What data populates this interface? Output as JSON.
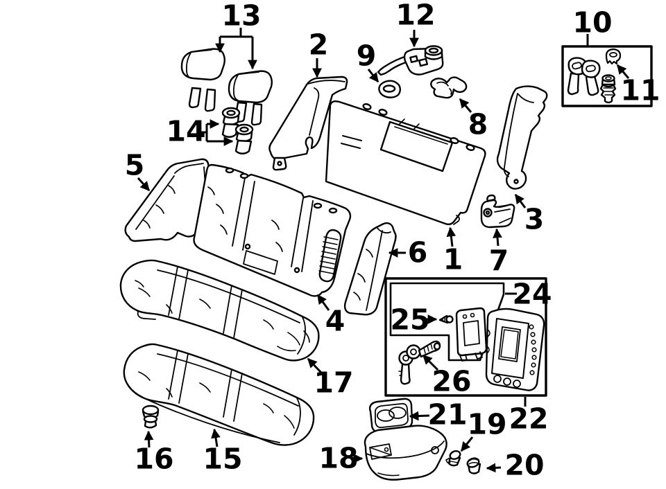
{
  "diagram": {
    "background_color": "#ffffff",
    "line_color": "#000000",
    "callouts": [
      {
        "number": "1"
      },
      {
        "number": "2"
      },
      {
        "number": "3"
      },
      {
        "number": "4"
      },
      {
        "number": "5"
      },
      {
        "number": "6"
      },
      {
        "number": "7"
      },
      {
        "number": "8"
      },
      {
        "number": "9"
      },
      {
        "number": "10"
      },
      {
        "number": "11"
      },
      {
        "number": "12"
      },
      {
        "number": "13"
      },
      {
        "number": "14"
      },
      {
        "number": "15"
      },
      {
        "number": "16"
      },
      {
        "number": "17"
      },
      {
        "number": "18"
      },
      {
        "number": "19"
      },
      {
        "number": "20"
      },
      {
        "number": "21"
      },
      {
        "number": "22"
      },
      {
        "number": "24"
      },
      {
        "number": "25"
      },
      {
        "number": "26"
      }
    ]
  }
}
